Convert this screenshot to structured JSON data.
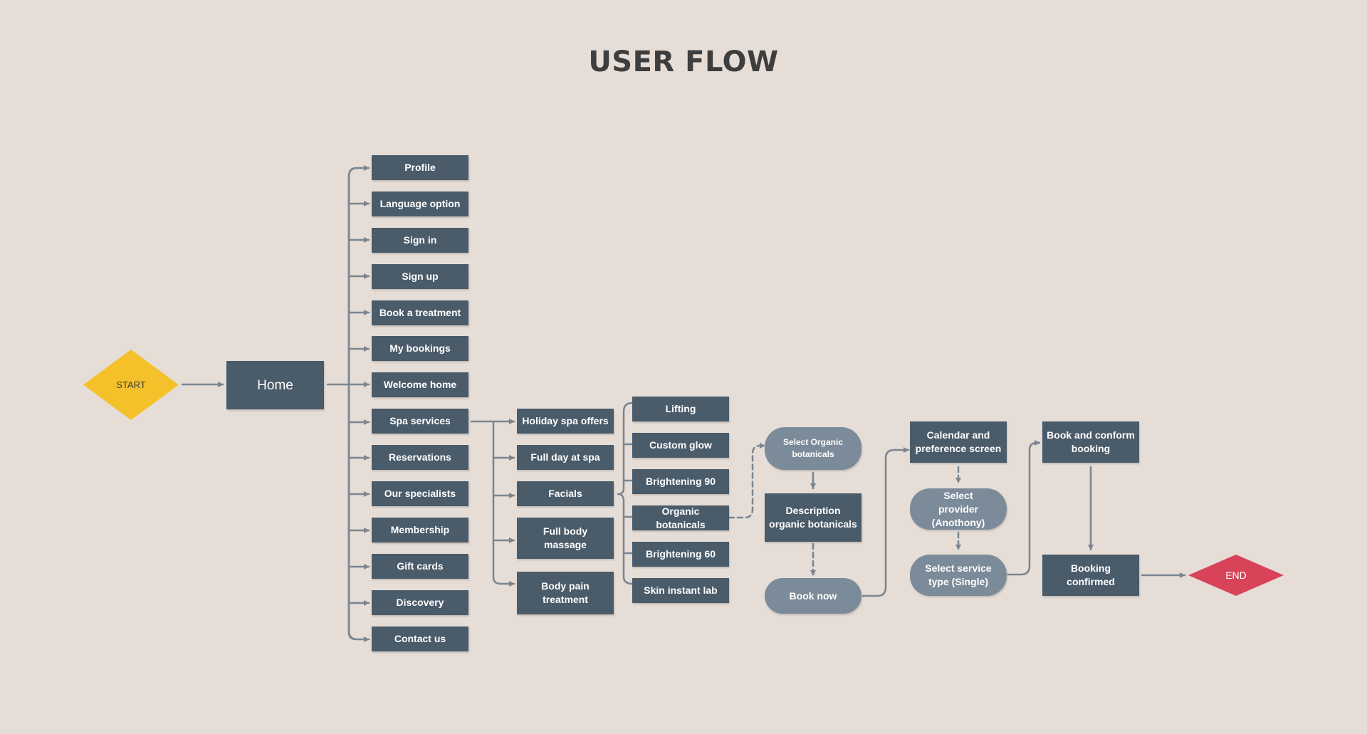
{
  "title": "USER FLOW",
  "colors": {
    "background": "#e5ddd6",
    "box": "#4a5b6a",
    "pill": "#7c8b99",
    "connector": "#7a8591",
    "start": "#f5c12b",
    "end": "#d9435a"
  },
  "nodes": {
    "start": "START",
    "home": "Home",
    "menu": [
      "Profile",
      "Language option",
      "Sign in",
      "Sign up",
      "Book a treatment",
      "My bookings",
      "Welcome home",
      "Spa services",
      "Reservations",
      "Our specialists",
      "Membership",
      "Gift cards",
      "Discovery",
      "Contact us"
    ],
    "spa_services": [
      "Holiday spa offers",
      "Full day at spa",
      "Facials",
      "Full body massage",
      "Body pain treatment"
    ],
    "facials": [
      "Lifting",
      "Custom glow",
      "Brightening 90",
      "Organic botanicals",
      "Brightening 60",
      "Skin instant lab"
    ],
    "select_organic": "Select Organic botanicals",
    "description": "Description organic botanicals",
    "book_now": "Book now",
    "calendar": "Calendar and preference screen",
    "select_provider": "Select provider (Anothony)",
    "select_service": "Select service type (Single)",
    "book_confirm": "Book and conform booking",
    "booking_confirmed": "Booking confirmed",
    "end": "END"
  }
}
